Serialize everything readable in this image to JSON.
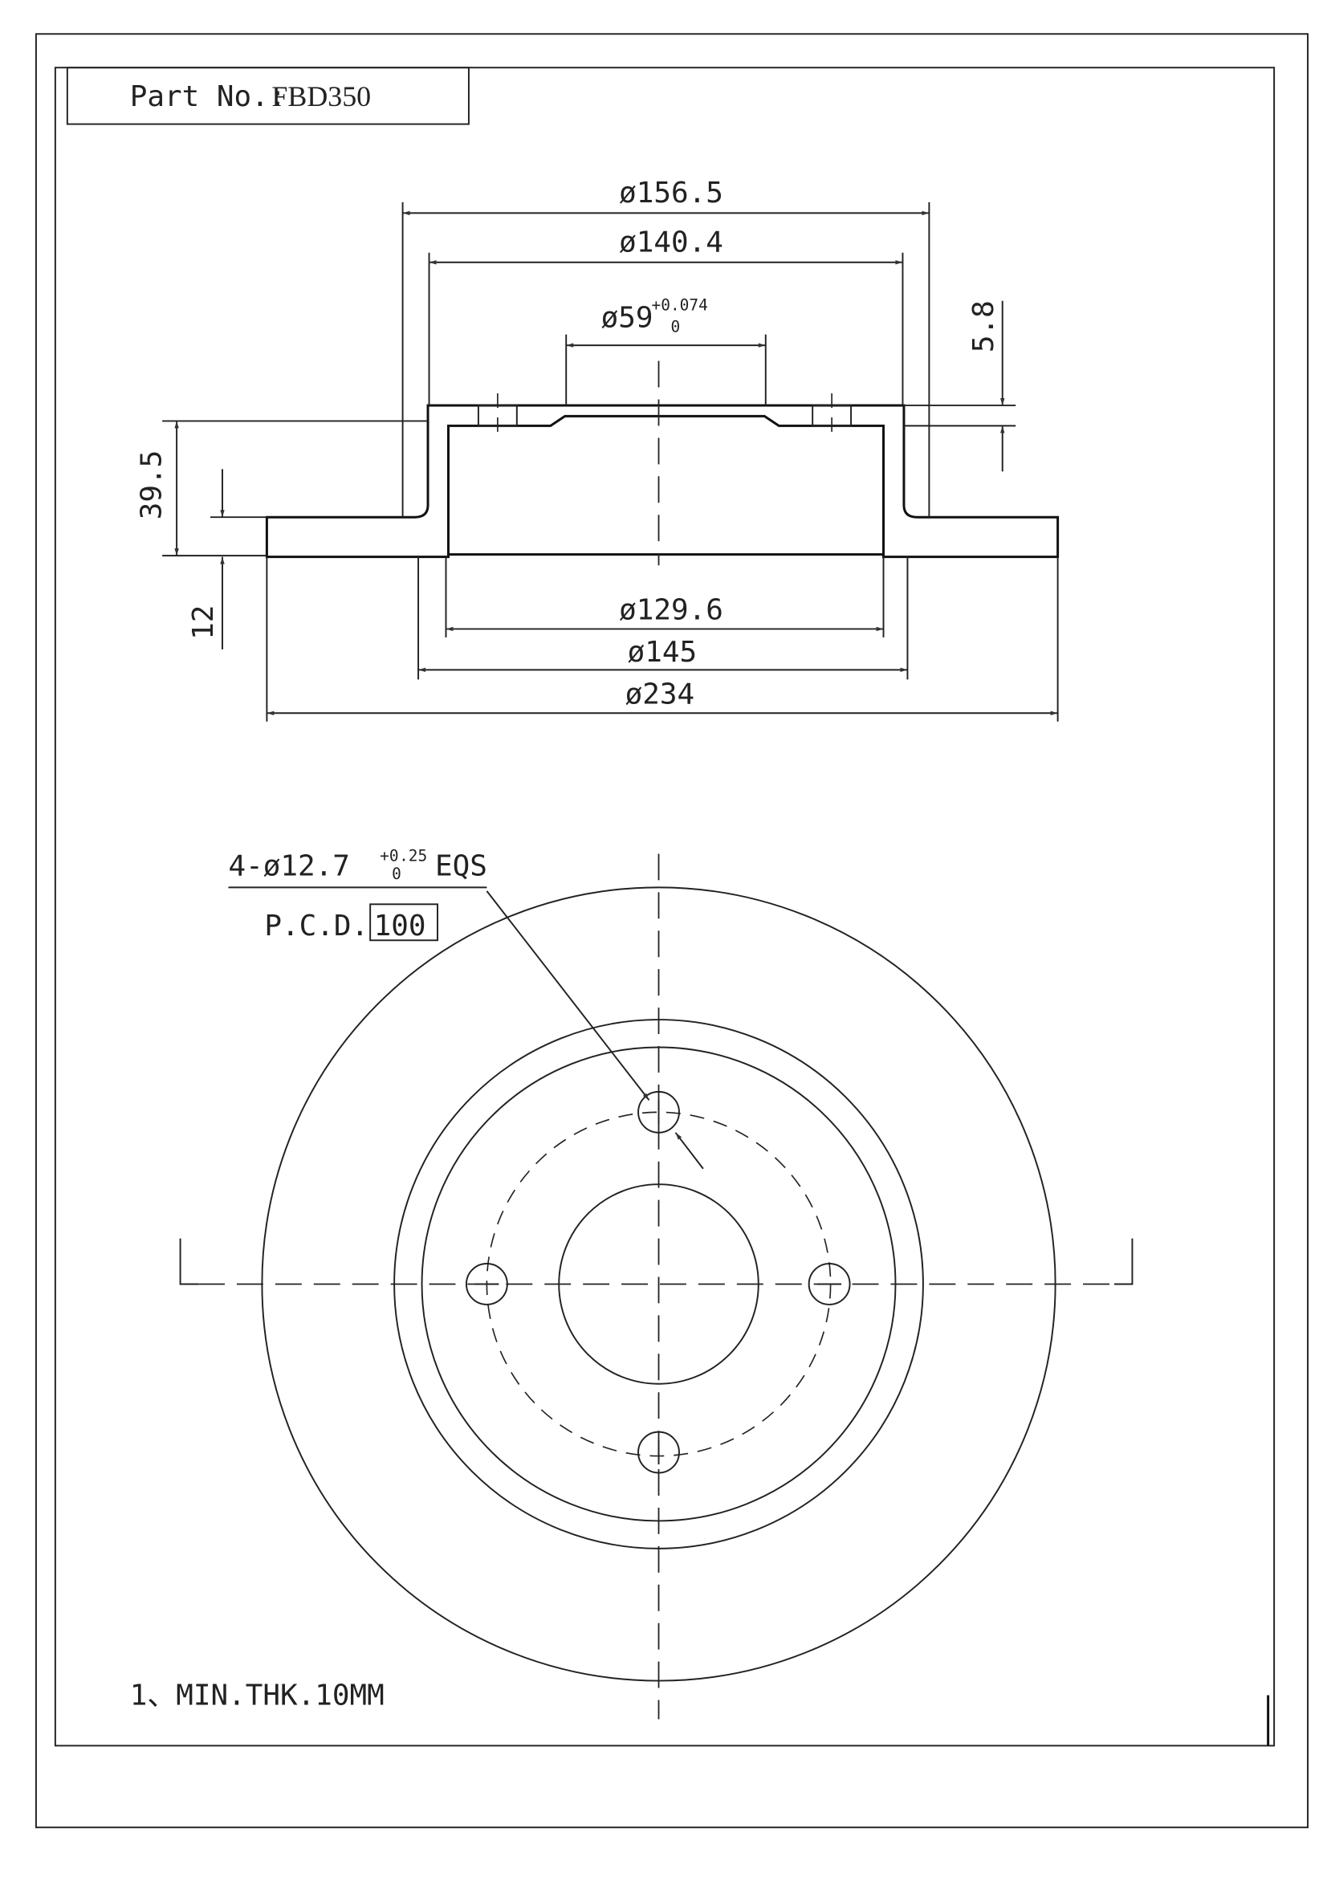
{
  "title_block": {
    "label": "Part No.:",
    "part_no": "FBD350"
  },
  "dimensions": {
    "d_outer_hat": "ø156.5",
    "d_inner_hat": "ø140.4",
    "d_center_bore": "ø59",
    "d_center_bore_tol_upper": "+0.074",
    "d_center_bore_tol_lower": "0",
    "hat_top_thickness": "5.8",
    "height": "39.5",
    "disc_thickness": "12",
    "d_129": "ø129.6",
    "d_145": "ø145",
    "d_outer": "ø234"
  },
  "bolt_holes": {
    "spec": "4-ø12.7",
    "tol_upper": "+0",
    "tol_upper_frac": ".25",
    "tol_lower": "0",
    "suffix": "EQS",
    "pcd_label": "P.C.D.",
    "pcd_value": "100"
  },
  "notes": [
    "1、MIN.THK.10MM"
  ]
}
